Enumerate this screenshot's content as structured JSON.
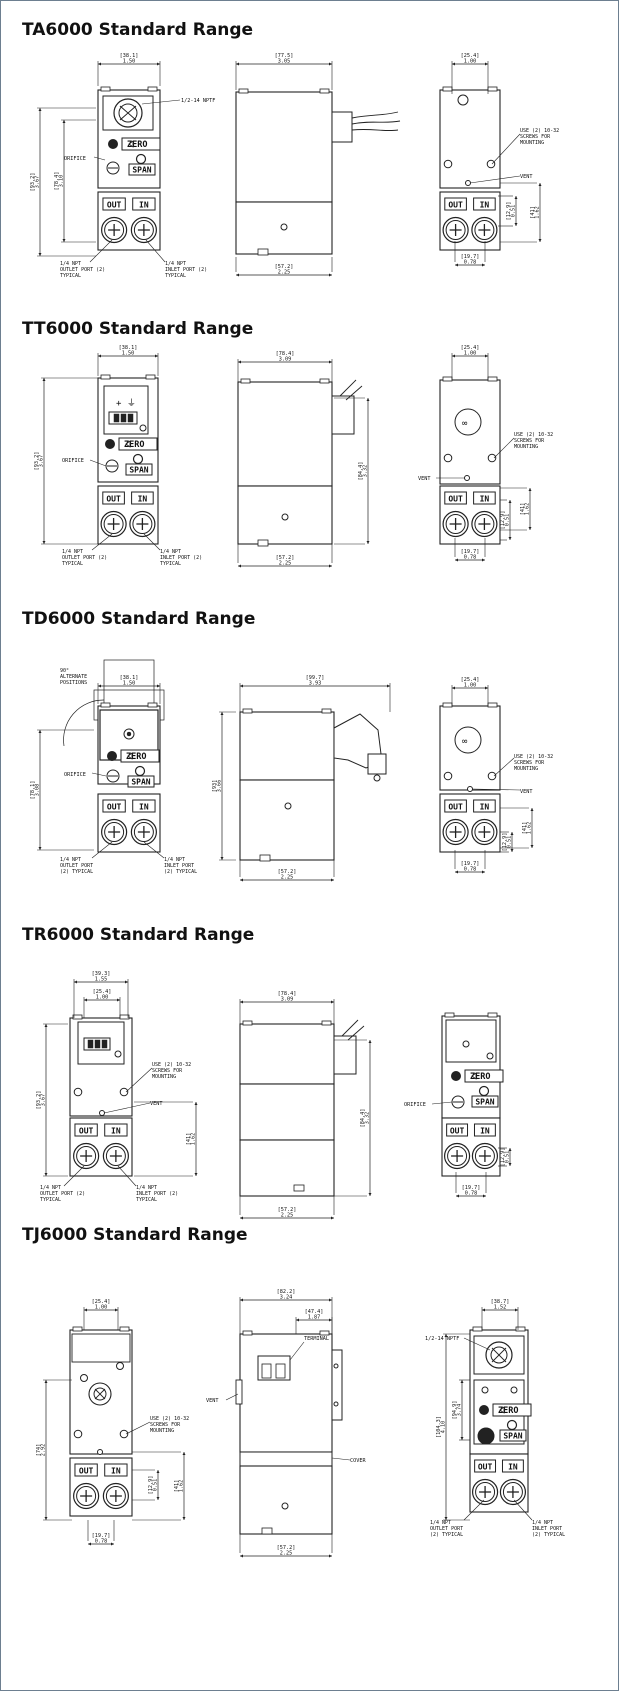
{
  "sections": [
    {
      "title": "TA6000 Standard Range",
      "front": {
        "top_mm": "[38.1]",
        "top_in": "1.50",
        "h_mm": "[93.2]",
        "h_in": "3.67",
        "h2_mm": "[78.4]",
        "h2_in": "3.10",
        "port_label": "1/2-14 NPTF",
        "orifice": "ORIFICE",
        "zero": "ZERO",
        "span": "SPAN",
        "out": "OUT",
        "in": "IN",
        "outlet_note": [
          "1/4 NPT",
          "OUTLET PORT (2)",
          "TYPICAL"
        ],
        "inlet_note": [
          "1/4 NPT",
          "INLET PORT (2)",
          "TYPICAL"
        ]
      },
      "side": {
        "top_mm": "[77.5]",
        "top_in": "3.05",
        "bot_mm": "[57.2]",
        "bot_in": "2.25"
      },
      "rear": {
        "top_mm": "[25.4]",
        "top_in": "1.00",
        "screws": [
          "USE (2) 10-32",
          "SCREWS FOR",
          "MOUNTING"
        ],
        "vent": "VENT",
        "d1_mm": "[12.9]",
        "d1_in": "0.51",
        "d2_mm": "[41]",
        "d2_in": "1.62",
        "bot_mm": "[19.7]",
        "bot_in": "0.78",
        "out": "OUT",
        "in": "IN"
      }
    },
    {
      "title": "TT6000 Standard Range",
      "front": {
        "top_mm": "[38.1]",
        "top_in": "1.50",
        "h_mm": "[93.2]",
        "h_in": "3.67",
        "orifice": "ORIFICE",
        "zero": "ZERO",
        "span": "SPAN",
        "out": "OUT",
        "in": "IN",
        "outlet_note": [
          "1/4 NPT",
          "OUTLET PORT (2)",
          "TYPICAL"
        ],
        "inlet_note": [
          "1/4 NPT",
          "INLET PORT (2)",
          "TYPICAL"
        ]
      },
      "side": {
        "top_mm": "[78.4]",
        "top_in": "3.09",
        "h_mm": "[84.4]",
        "h_in": "3.32",
        "bot_mm": "[57.2]",
        "bot_in": "2.25"
      },
      "rear": {
        "top_mm": "[25.4]",
        "top_in": "1.00",
        "screws": [
          "USE (2) 10-32",
          "SCREWS FOR",
          "MOUNTING"
        ],
        "vent": "VENT",
        "d1_mm": "[12.9]",
        "d1_in": "0.51",
        "d2_mm": "[41]",
        "d2_in": "1.62",
        "bot_mm": "[19.7]",
        "bot_in": "0.78",
        "out": "OUT",
        "in": "IN"
      }
    },
    {
      "title": "TD6000 Standard Range",
      "front": {
        "top_mm": "[38.1]",
        "top_in": "1.50",
        "h_mm": "[78.1]",
        "h_in": "3.08",
        "angle": [
          "90°",
          "ALTERNATE",
          "POSITIONS"
        ],
        "orifice": "ORIFICE",
        "zero": "ZERO",
        "span": "SPAN",
        "out": "OUT",
        "in": "IN",
        "outlet_note": [
          "1/4 NPT",
          "OUTLET PORT",
          "(2) TYPICAL"
        ],
        "inlet_note": [
          "1/4 NPT",
          "INLET PORT",
          "(2) TYPICAL"
        ]
      },
      "side": {
        "top_mm": "[99.7]",
        "top_in": "3.93",
        "h_mm": "[93]",
        "h_in": "3.66",
        "bot_mm": "[57.2]",
        "bot_in": "2.25"
      },
      "rear": {
        "top_mm": "[25.4]",
        "top_in": "1.00",
        "screws": [
          "USE (2) 10-32",
          "SCREWS FOR",
          "MOUNTING"
        ],
        "vent": "VENT",
        "d1_mm": "[12.9]",
        "d1_in": "0.51",
        "d2_mm": "[41]",
        "d2_in": "1.62",
        "bot_mm": "[19.7]",
        "bot_in": "0.78",
        "out": "OUT",
        "in": "IN"
      }
    },
    {
      "title": "TR6000 Standard Range",
      "front": {
        "top1_mm": "[39.3]",
        "top1_in": "1.55",
        "top2_mm": "[25.4]",
        "top2_in": "1.00",
        "h_mm": "[93.2]",
        "h_in": "3.67",
        "screws": [
          "USE (2) 10-32",
          "SCREWS FOR",
          "MOUNTING"
        ],
        "vent": "VENT",
        "d2_mm": "[41]",
        "d2_in": "1.62",
        "out": "OUT",
        "in": "IN",
        "outlet_note": [
          "1/4 NPT",
          "OUTLET PORT (2)",
          "TYPICAL"
        ],
        "inlet_note": [
          "1/4 NPT",
          "INLET PORT (2)",
          "TYPICAL"
        ]
      },
      "side": {
        "top_mm": "[78.4]",
        "top_in": "3.09",
        "h_mm": "[84.4]",
        "h_in": "3.32",
        "bot_mm": "[57.2]",
        "bot_in": "2.25"
      },
      "rear": {
        "orifice": "ORIFICE",
        "zero": "ZERO",
        "span": "SPAN",
        "d1_mm": "[12.9]",
        "d1_in": "0.51",
        "bot_mm": "[19.7]",
        "bot_in": "0.78",
        "out": "OUT",
        "in": "IN"
      }
    },
    {
      "title": "TJ6000 Standard Range",
      "front": {
        "top_mm": "[25.4]",
        "top_in": "1.00",
        "h_mm": "[74]",
        "h_in": "2.92",
        "screws": [
          "USE (2) 10-32",
          "SCREWS FOR",
          "MOUNTING"
        ],
        "d1_mm": "[12.9]",
        "d1_in": "0.51",
        "d2_mm": "[41]",
        "d2_in": "1.62",
        "bot_mm": "[19.7]",
        "bot_in": "0.78",
        "out": "OUT",
        "in": "IN"
      },
      "side": {
        "top_mm": "[82.2]",
        "top_in": "3.24",
        "top2_mm": "[47.4]",
        "top2_in": "1.87",
        "terminal": "TERMINAL",
        "vent": "VENT",
        "cover": "COVER",
        "bot_mm": "[57.2]",
        "bot_in": "2.25"
      },
      "rear": {
        "top_mm": "[38.7]",
        "top_in": "1.52",
        "port_label": "1/2-14 NPTF",
        "h_mm": "[104.3]",
        "h_in": "4.10",
        "h2_mm": "[94.9]",
        "h2_in": "3.74",
        "zero": "ZERO",
        "span": "SPAN",
        "out": "OUT",
        "in": "IN",
        "outlet_note": [
          "1/4 NPT",
          "OUTLET PORT",
          "(2) TYPICAL"
        ],
        "inlet_note": [
          "1/4 NPT",
          "INLET PORT",
          "(2) TYPICAL"
        ]
      }
    }
  ]
}
